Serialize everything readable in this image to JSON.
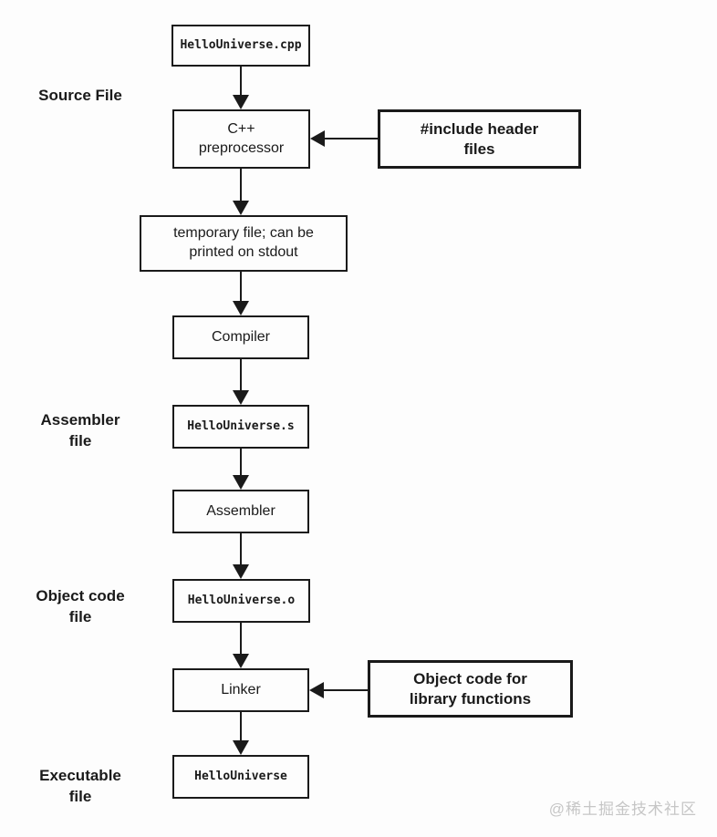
{
  "diagram": {
    "title_implicit": "C++ compilation pipeline flowchart",
    "nodes": {
      "cpp_file": {
        "label": "HelloUniverse.cpp"
      },
      "preprocessor": {
        "label": "C++\npreprocessor"
      },
      "include_headers": {
        "label": "#include header\nfiles"
      },
      "temp_file": {
        "label": "temporary file; can be\nprinted on stdout"
      },
      "compiler": {
        "label": "Compiler"
      },
      "asm_file": {
        "label": "HelloUniverse.s"
      },
      "assembler": {
        "label": "Assembler"
      },
      "object_file": {
        "label": "HelloUniverse.o"
      },
      "linker": {
        "label": "Linker"
      },
      "object_lib": {
        "label": "Object code for\nlibrary functions"
      },
      "executable": {
        "label": "HelloUniverse"
      }
    },
    "stage_labels": {
      "source": "Source File",
      "assembler": "Assembler\nfile",
      "object": "Object code\nfile",
      "executable": "Executable\nfile"
    },
    "watermark": "@稀土掘金技术社区",
    "colors": {
      "line": "#1a1a1a",
      "background": "#fdfdfd",
      "watermark": "#c6c6c6"
    }
  }
}
